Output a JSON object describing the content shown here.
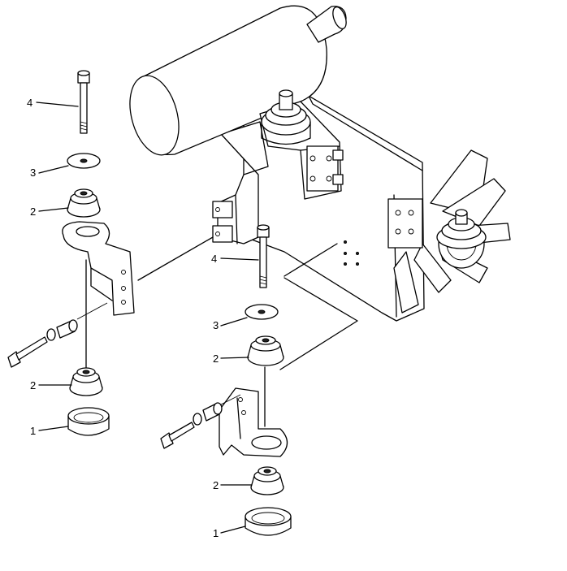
{
  "callouts": {
    "upper_bolt": "4",
    "upper_washer": "3",
    "upper_cushion": "2",
    "lower_left_cushion": "2",
    "lower_left_cup": "1",
    "right_bolt": "4",
    "right_washer": "3",
    "right_upper_cushion": "2",
    "right_lower_cushion": "2",
    "right_cup": "1"
  }
}
